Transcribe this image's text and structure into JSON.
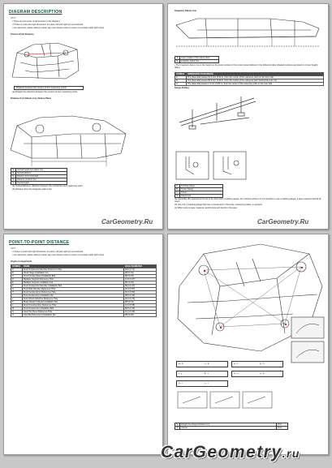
{
  "watermark": {
    "small": "CarGeometry.Ru",
    "big": "CarGeometry"
  },
  "page1": {
    "title": "DIAGRAM DESCRIPTION",
    "hint": "HINT:",
    "notes": [
      "• There are two types of dimensions in the diagram.",
      "• If there is a left and right dimension for parts, left and right are symmetrical.",
      "• For reference, labels without a letter sign (not shown) refer to center of a vehicle (right sight view)."
    ],
    "sub1": "Point-to-Point Distance",
    "box1": "Distance between the centers of the measuring points",
    "list1": [
      "(a) Straight-line distance between the centers of two measuring points"
    ],
    "sub2": "Distance from Datum Line / Datum Plane",
    "legend2": [
      "Vertical height from datum line",
      "Vertical distance",
      "Distance from horizontal",
      "Distance of datum line",
      "Overall height"
    ],
    "list2": [
      "(a) Vertical distance: distance between the vertical line and measuring point",
      "(b) Distance from the imaginary datum line"
    ]
  },
  "page2": {
    "header": "Imaginary Datum Line",
    "legend": [
      "Lower surface of the rocker panel",
      "Imaginary datum line"
    ],
    "hint_line": "• The imaginary datum line is the height on the lower surface of the rocker panel defined in the following table (shaded surfaces are listed in correct height table).",
    "table": {
      "headers": [
        "SYMBOL",
        "DIMENSIONS REFERENCE"
      ],
      "rows": [
        [
          "A",
          "The plane that passes 61.3 mm (2.41 in.) from the center of the reference point on the front side"
        ],
        [
          "B",
          "The plane that passes 59.9 mm (2.36 in.) from the center of the reference point behind the rear end"
        ],
        [
          "C",
          "The plane that passes 1.3 mm (0.05 in.) from the center of the reference point on the rear side"
        ]
      ]
    },
    "sub": "Gauge Setting",
    "parts_table": [
      [
        "A",
        "Tracking Gauge"
      ],
      [
        "B",
        "Center Gauge"
      ],
      [
        "C",
        "Pointer"
      ],
      [
        "D",
        "Attachment"
      ]
    ],
    "notes": [
      "(a) Generally, all measurements are to be done with a tracking gauge. For portions where it is not possible to use a tracking gauge, a tape measure should be used.",
      "(b) Use only a tracking gauge that has no looseness in the body, measuring plates, or pointers.",
      "(c) When using a tape measure, avoid twists and bends in the tape."
    ]
  },
  "page3": {
    "title": "POINT-TO-POINT DISTANCE",
    "hint": "HINT:",
    "notes": [
      "• If there is a left and right dimension for parts, left and right are symmetrical.",
      "• For reference, labels without a letter sign (not shown) refer to center of a vehicle (right sight view)."
    ],
    "sub": "Engine Compartment",
    "table": {
      "headers": [
        "SYMBOL",
        "NAME",
        "HOLE DIAMETER"
      ],
      "rows": [
        [
          "A",
          "Front Suspension Member Reference Hole",
          "18.0 (0.71)"
        ],
        [
          "B",
          "Hood Hinge Installation Nut",
          "M8 (0.31)"
        ],
        [
          "C",
          "Front Fender Panel Installation Bolt",
          "M6 (0.24)"
        ],
        [
          "D",
          "Radiator Support Reference Hole",
          "12.0 (0.47)"
        ],
        [
          "E",
          "Radiator Support Installation Nut",
          "M6 (0.24)"
        ],
        [
          "F",
          "Front Suspension Member Installation Bolt",
          "M12 (0.47)"
        ],
        [
          "G",
          "Front Side Member Reference Hole",
          "22.0 (0.87)"
        ],
        [
          "H",
          "Front Fender Apron Reference Hole",
          "16.0 (0.63)"
        ],
        [
          "I",
          "Front Suspension Installation Nut",
          "M10 (0.39)"
        ],
        [
          "J",
          "Front Shock Absorber Reference Hole",
          "20.0 (0.79)"
        ],
        [
          "K",
          "Brake Master Cylinder Installation Nut",
          "M8 (0.31)"
        ],
        [
          "L",
          "Front Crossmember Reference Hole",
          "14.0 (0.55)"
        ],
        [
          "M",
          "Front Suspension Installation Bolt",
          "M10 (0.39)"
        ],
        [
          "N",
          "Cowl Top Panel Reference Hole",
          "10.0 (0.39)"
        ],
        [
          "O",
          "Cowl Reinforcement Installation Nut",
          "M6 (0.24)"
        ]
      ]
    }
  },
  "page4": {
    "grid_labels": [
      "a – b",
      "c – d",
      "e – f",
      "g – h",
      "i – j",
      "k – l",
      "m – n",
      "o – p",
      "q – r",
      "s – t"
    ],
    "legend_table": [
      [
        "*a",
        "Straight-line Diagonal Datum Line",
        "Point"
      ],
      [
        "*b",
        "Vertical",
        "Point"
      ]
    ]
  }
}
